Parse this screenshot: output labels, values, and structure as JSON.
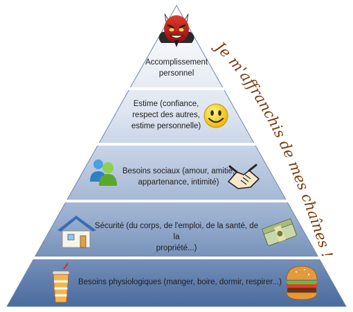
{
  "pyramid": {
    "tiers": [
      {
        "id": "accomplissement",
        "lines": [
          "Accomplissement",
          "personnel"
        ],
        "icon": "devil-face-icon"
      },
      {
        "id": "estime",
        "lines": [
          "Estime (confiance,",
          "respect des autres,",
          "estime personnelle)"
        ],
        "icon": "smiley-face-icon"
      },
      {
        "id": "sociaux",
        "lines": [
          "Besoins sociaux (amour, amitié,",
          "appartenance, intimité)"
        ],
        "icons": [
          "people-icon",
          "handshake-icon"
        ]
      },
      {
        "id": "securite",
        "lines": [
          "Sécurité (du corps, de l'emploi, de la santé, de la",
          "propriété...)"
        ],
        "icons": [
          "house-icon",
          "money-stack-icon"
        ]
      },
      {
        "id": "physiologiques",
        "lines": [
          "Besoins physiologiques (manger, boire, dormir, respirer...)"
        ],
        "icons": [
          "soda-cup-icon",
          "burger-icon"
        ]
      }
    ],
    "colors": {
      "top": "#ffffff",
      "bottom": "#4a6b9e",
      "separator": "#ffffff"
    }
  },
  "caption": {
    "text": "Je m'affranchis de mes chaînes !",
    "color": "#7a3a0c"
  }
}
